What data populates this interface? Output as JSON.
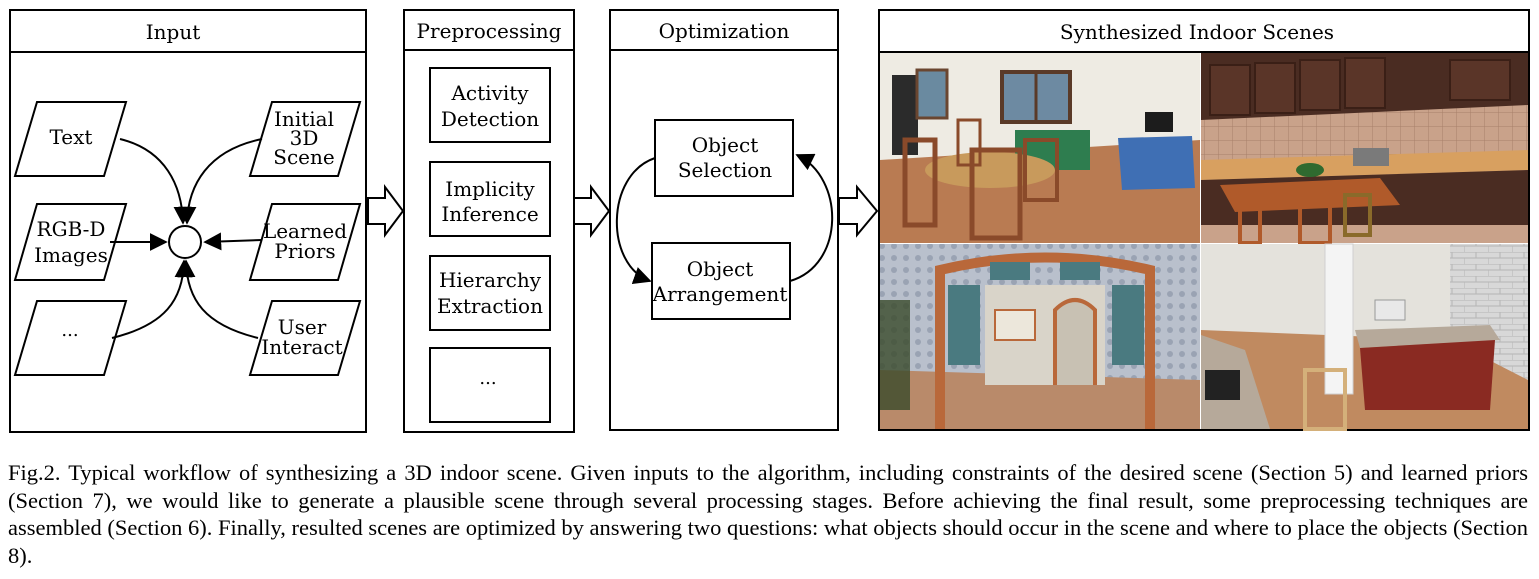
{
  "panels": {
    "input": "Input",
    "preprocessing": "Preprocessing",
    "optimization": "Optimization",
    "synthesized": "Synthesized Indoor Scenes"
  },
  "inputs": {
    "text": "Text",
    "rgbd_line1": "RGB-D",
    "rgbd_line2": "Images",
    "more": "...",
    "initial_line1": "Initial",
    "initial_line2": "3D",
    "initial_line3": "Scene",
    "learned_line1": "Learned",
    "learned_line2": "Priors",
    "user_line1": "User",
    "user_line2": "Interact"
  },
  "preprocessing_steps": {
    "activity_line1": "Activity",
    "activity_line2": "Detection",
    "implicity_line1": "Implicity",
    "implicity_line2": "Inference",
    "hierarchy_line1": "Hierarchy",
    "hierarchy_line2": "Extraction",
    "more": "..."
  },
  "optimization_steps": {
    "selection_line1": "Object",
    "selection_line2": "Selection",
    "arrangement_line1": "Object",
    "arrangement_line2": "Arrangement"
  },
  "caption": {
    "label": "Fig.2.",
    "text": "Typical workflow of synthesizing a 3D indoor scene. Given inputs to the algorithm, including constraints of the desired scene (Section 5) and learned priors (Section 7), we would like to generate a plausible scene through several processing stages. Before achieving the final result, some preprocessing techniques are assembled (Section 6). Finally, resulted scenes are optimized by answering two questions: what objects should occur in the scene and where to place the objects (Section 8)."
  }
}
